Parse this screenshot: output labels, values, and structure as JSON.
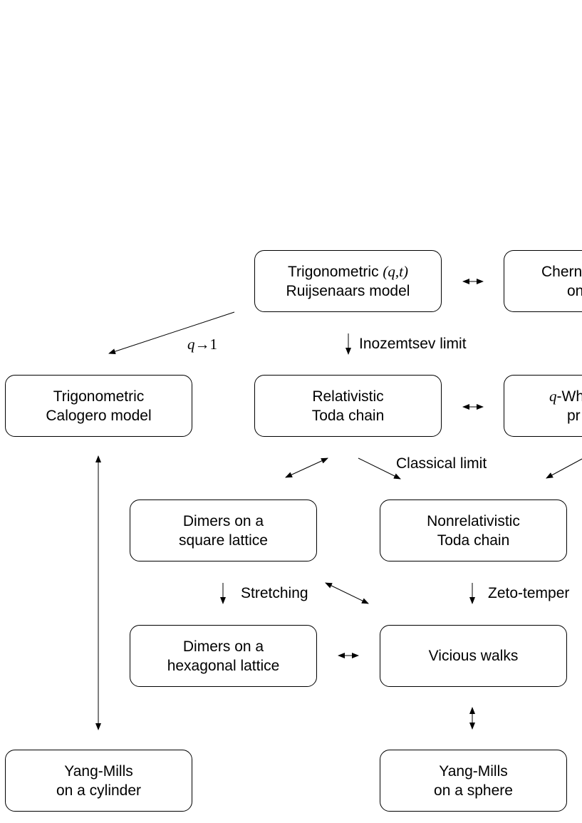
{
  "nodes": {
    "ruijsenaars": {
      "line1_prefix": "Trigonometric ",
      "line1_math": "(q,t)",
      "line2": "Ruijsenaars model"
    },
    "chern": {
      "line1": "Chern",
      "line2": "on"
    },
    "calogero": {
      "line1": "Trigonometric",
      "line2": "Calogero model"
    },
    "rel_toda": {
      "line1": "Relativistic",
      "line2": "Toda chain"
    },
    "q_whittaker": {
      "line1_math": "q",
      "line1": "-Wh",
      "line2": "pr"
    },
    "dimers_square": {
      "line1": "Dimers on a",
      "line2": "square lattice"
    },
    "nonrel_toda": {
      "line1": "Nonrelativistic",
      "line2": "Toda chain"
    },
    "dimers_hex": {
      "line1": "Dimers on a",
      "line2": "hexagonal lattice"
    },
    "vicious": {
      "line1": "Vicious walks"
    },
    "ym_cylinder": {
      "line1": "Yang-Mills",
      "line2": "on a cylinder"
    },
    "ym_sphere": {
      "line1": "Yang-Mills",
      "line2": "on a sphere"
    }
  },
  "edge_labels": {
    "q_limit_q": "q",
    "q_limit_rest": "→1",
    "inozemtsev": "Inozemtsev limit",
    "classical": "Classical limit",
    "stretching": "Stretching",
    "zero_temp": "Zeto-temper"
  }
}
